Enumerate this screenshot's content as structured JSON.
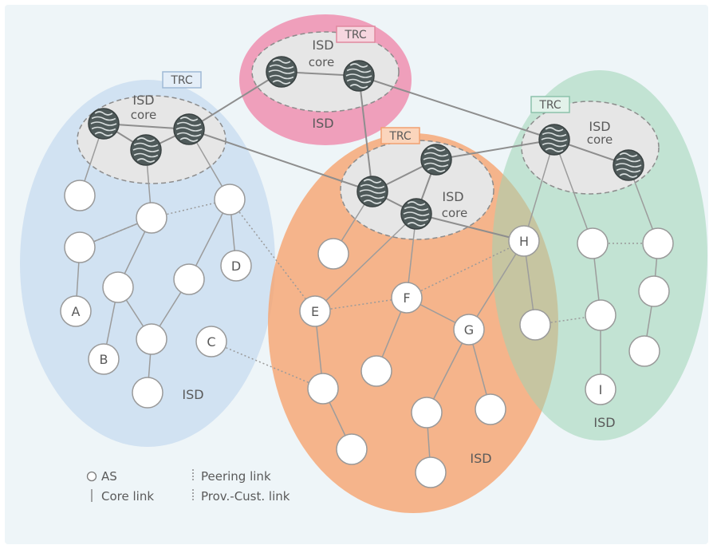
{
  "colors": {
    "background": "#eef5f8",
    "isd_blue": "#b9d2ec",
    "isd_pink": "#ee8fb0",
    "isd_orange": "#f7a26b",
    "isd_green": "#9fd4b4",
    "core_fill": "#e6e6e6",
    "core_dash": "#8c8c8c",
    "node_stroke": "#9a9a9a",
    "router": "#4f5a5a",
    "trc_pink": "#e1899f",
    "trc_blue": "#9fb9d6",
    "trc_orange": "#f1a070",
    "trc_green": "#8cc2ab",
    "text": "#5a5a5a"
  },
  "isds": [
    {
      "id": "blue",
      "label": "ISD",
      "core_label": "ISD\ncore",
      "trc_label": "TRC"
    },
    {
      "id": "pink",
      "label": "ISD",
      "core_label": "ISD\ncore",
      "trc_label": "TRC"
    },
    {
      "id": "orange",
      "label": "ISD",
      "core_label": "ISD\ncore",
      "trc_label": "TRC"
    },
    {
      "id": "green",
      "label": "ISD",
      "core_label": "ISD\ncore",
      "trc_label": "TRC"
    }
  ],
  "node_labels": {
    "A": "A",
    "B": "B",
    "C": "C",
    "D": "D",
    "E": "E",
    "F": "F",
    "G": "G",
    "H": "H",
    "I": "I"
  },
  "legend": {
    "as": "AS",
    "core_link": "Core link",
    "peering_link": "Peering link",
    "prov_cust_link": "Prov.-Cust. link"
  }
}
